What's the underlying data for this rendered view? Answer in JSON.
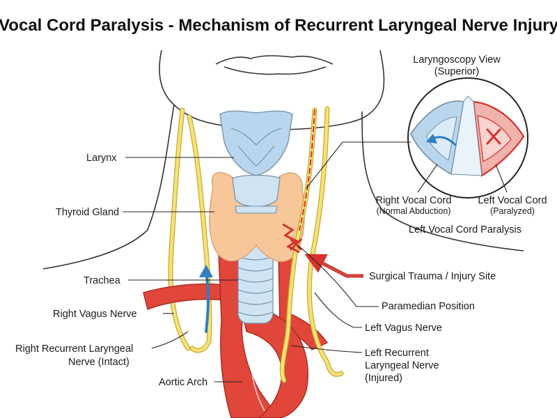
{
  "title": "Vocal Cord Paralysis - Mechanism of Recurrent Laryngeal Nerve Injury",
  "inset": {
    "title_line1": "Laryngoscopy View",
    "title_line2": "(Superior)",
    "right_cord_line1": "Right Vocal Cord",
    "right_cord_line2": "(Normal Abduction)",
    "left_cord_line1": "Left Vocal Cord",
    "left_cord_line2": "(Paralyzed)",
    "caption": "Left Vocal Cord Paralysis"
  },
  "labels": {
    "larynx": "Larynx",
    "thyroid": "Thyroid Gland",
    "trachea": "Trachea",
    "right_vagus": "Right Vagus Nerve",
    "right_rln_line1": "Right Recurrent Laryngeal",
    "right_rln_line2": "Nerve (Intact)",
    "aortic_arch": "Aortic Arch",
    "injury_site": "Surgical Trauma / Injury Site",
    "paramedian": "Paramedian Position",
    "left_vagus": "Left Vagus Nerve",
    "left_rln_line1": "Left Recurrent",
    "left_rln_line2": "Laryngeal Nerve",
    "left_rln_line3": "(Injured)"
  },
  "colors": {
    "nerve": "#f4e27a",
    "nerve_outline": "#c9a82a",
    "artery": "#e0463a",
    "cartilage": "#b9d6ec",
    "thyroid": "#f7c79a",
    "injury": "#d8322c",
    "arrow_blue": "#2f7fc1"
  },
  "icons": {
    "injury_marker": "x-mark-icon",
    "abduction_arrow": "curved-arrow-icon",
    "pointer_arrow": "arrow-right-icon"
  }
}
